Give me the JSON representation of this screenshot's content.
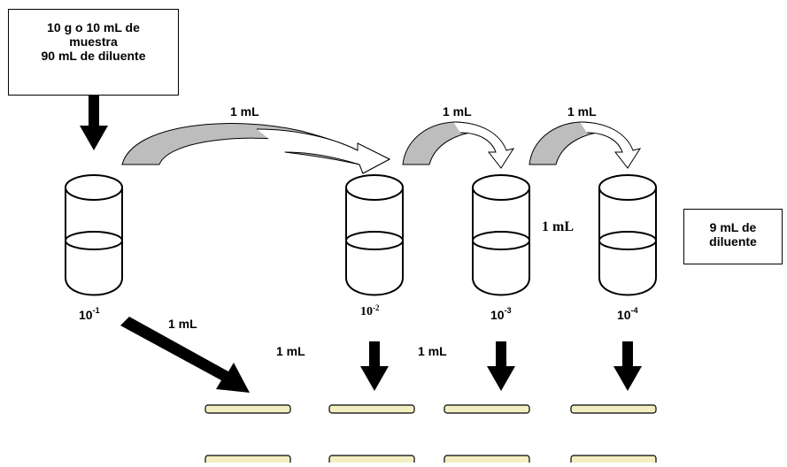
{
  "sample_box": {
    "line1": "10 g o 10 mL de",
    "line2": "muestra",
    "line3": "90 mL de diluente"
  },
  "diluent_box": {
    "line1": "9 mL de",
    "line2": "diluente"
  },
  "transfers": {
    "t1": "1 mL",
    "t2": "1 mL",
    "t3": "1 mL",
    "side": "1 mL",
    "diag": "1 mL",
    "plate2": "1 mL",
    "plate3": "1 mL"
  },
  "dilutions": [
    {
      "base": "10",
      "exp": "-1"
    },
    {
      "base": "10",
      "exp": "-2"
    },
    {
      "base": "10",
      "exp": "-3"
    },
    {
      "base": "10",
      "exp": "-4"
    }
  ],
  "colors": {
    "arrow_fill": "#bdbdbd",
    "plate_fill": "#f4efc2",
    "ink": "#000000"
  }
}
